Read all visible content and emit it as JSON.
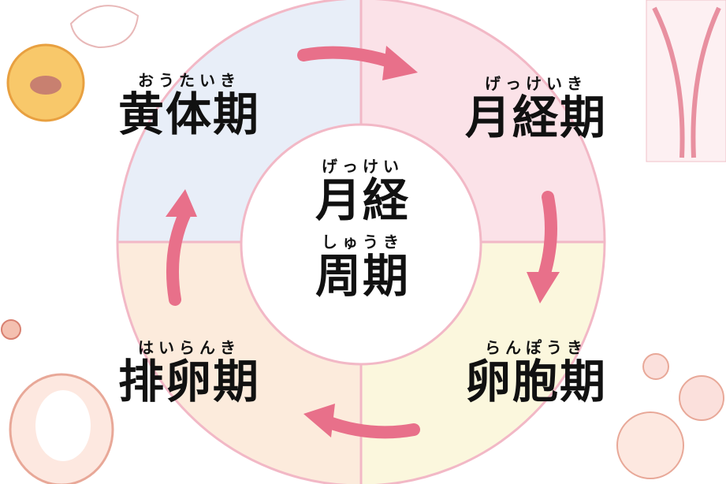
{
  "center": {
    "ruby1": "げっけい",
    "title1": "月経",
    "ruby2": "しゅうき",
    "title2": "周期"
  },
  "phases": [
    {
      "ruby": "おうたいき",
      "label": "黄体期",
      "color": "#e8eef8"
    },
    {
      "ruby": "げっけいき",
      "label": "月経期",
      "color": "#fbe2e8"
    },
    {
      "ruby": "らんぽうき",
      "label": "卵胞期",
      "color": "#fbf7dd"
    },
    {
      "ruby": "はいらんき",
      "label": "排卵期",
      "color": "#fcebdc"
    }
  ],
  "colors": {
    "ring": "#f2b8c6",
    "arrow": "#e8708a"
  }
}
